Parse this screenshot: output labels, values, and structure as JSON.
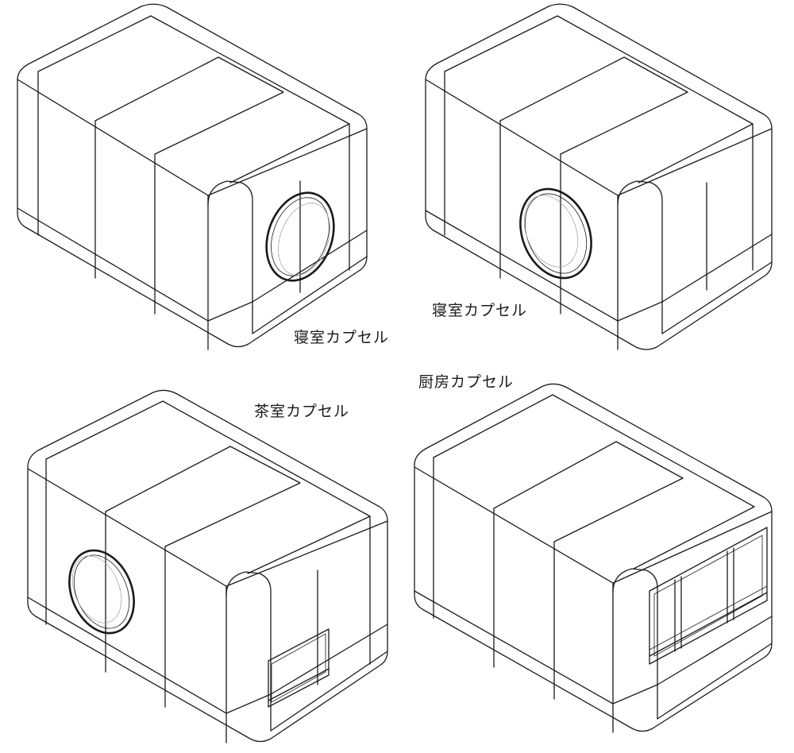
{
  "labels": {
    "capsule_top_left": "寝室カプセル",
    "capsule_top_right": "寝室カプセル",
    "capsule_bottom_left": "茶室カプセル",
    "capsule_bottom_right": "厨房カプセル"
  }
}
